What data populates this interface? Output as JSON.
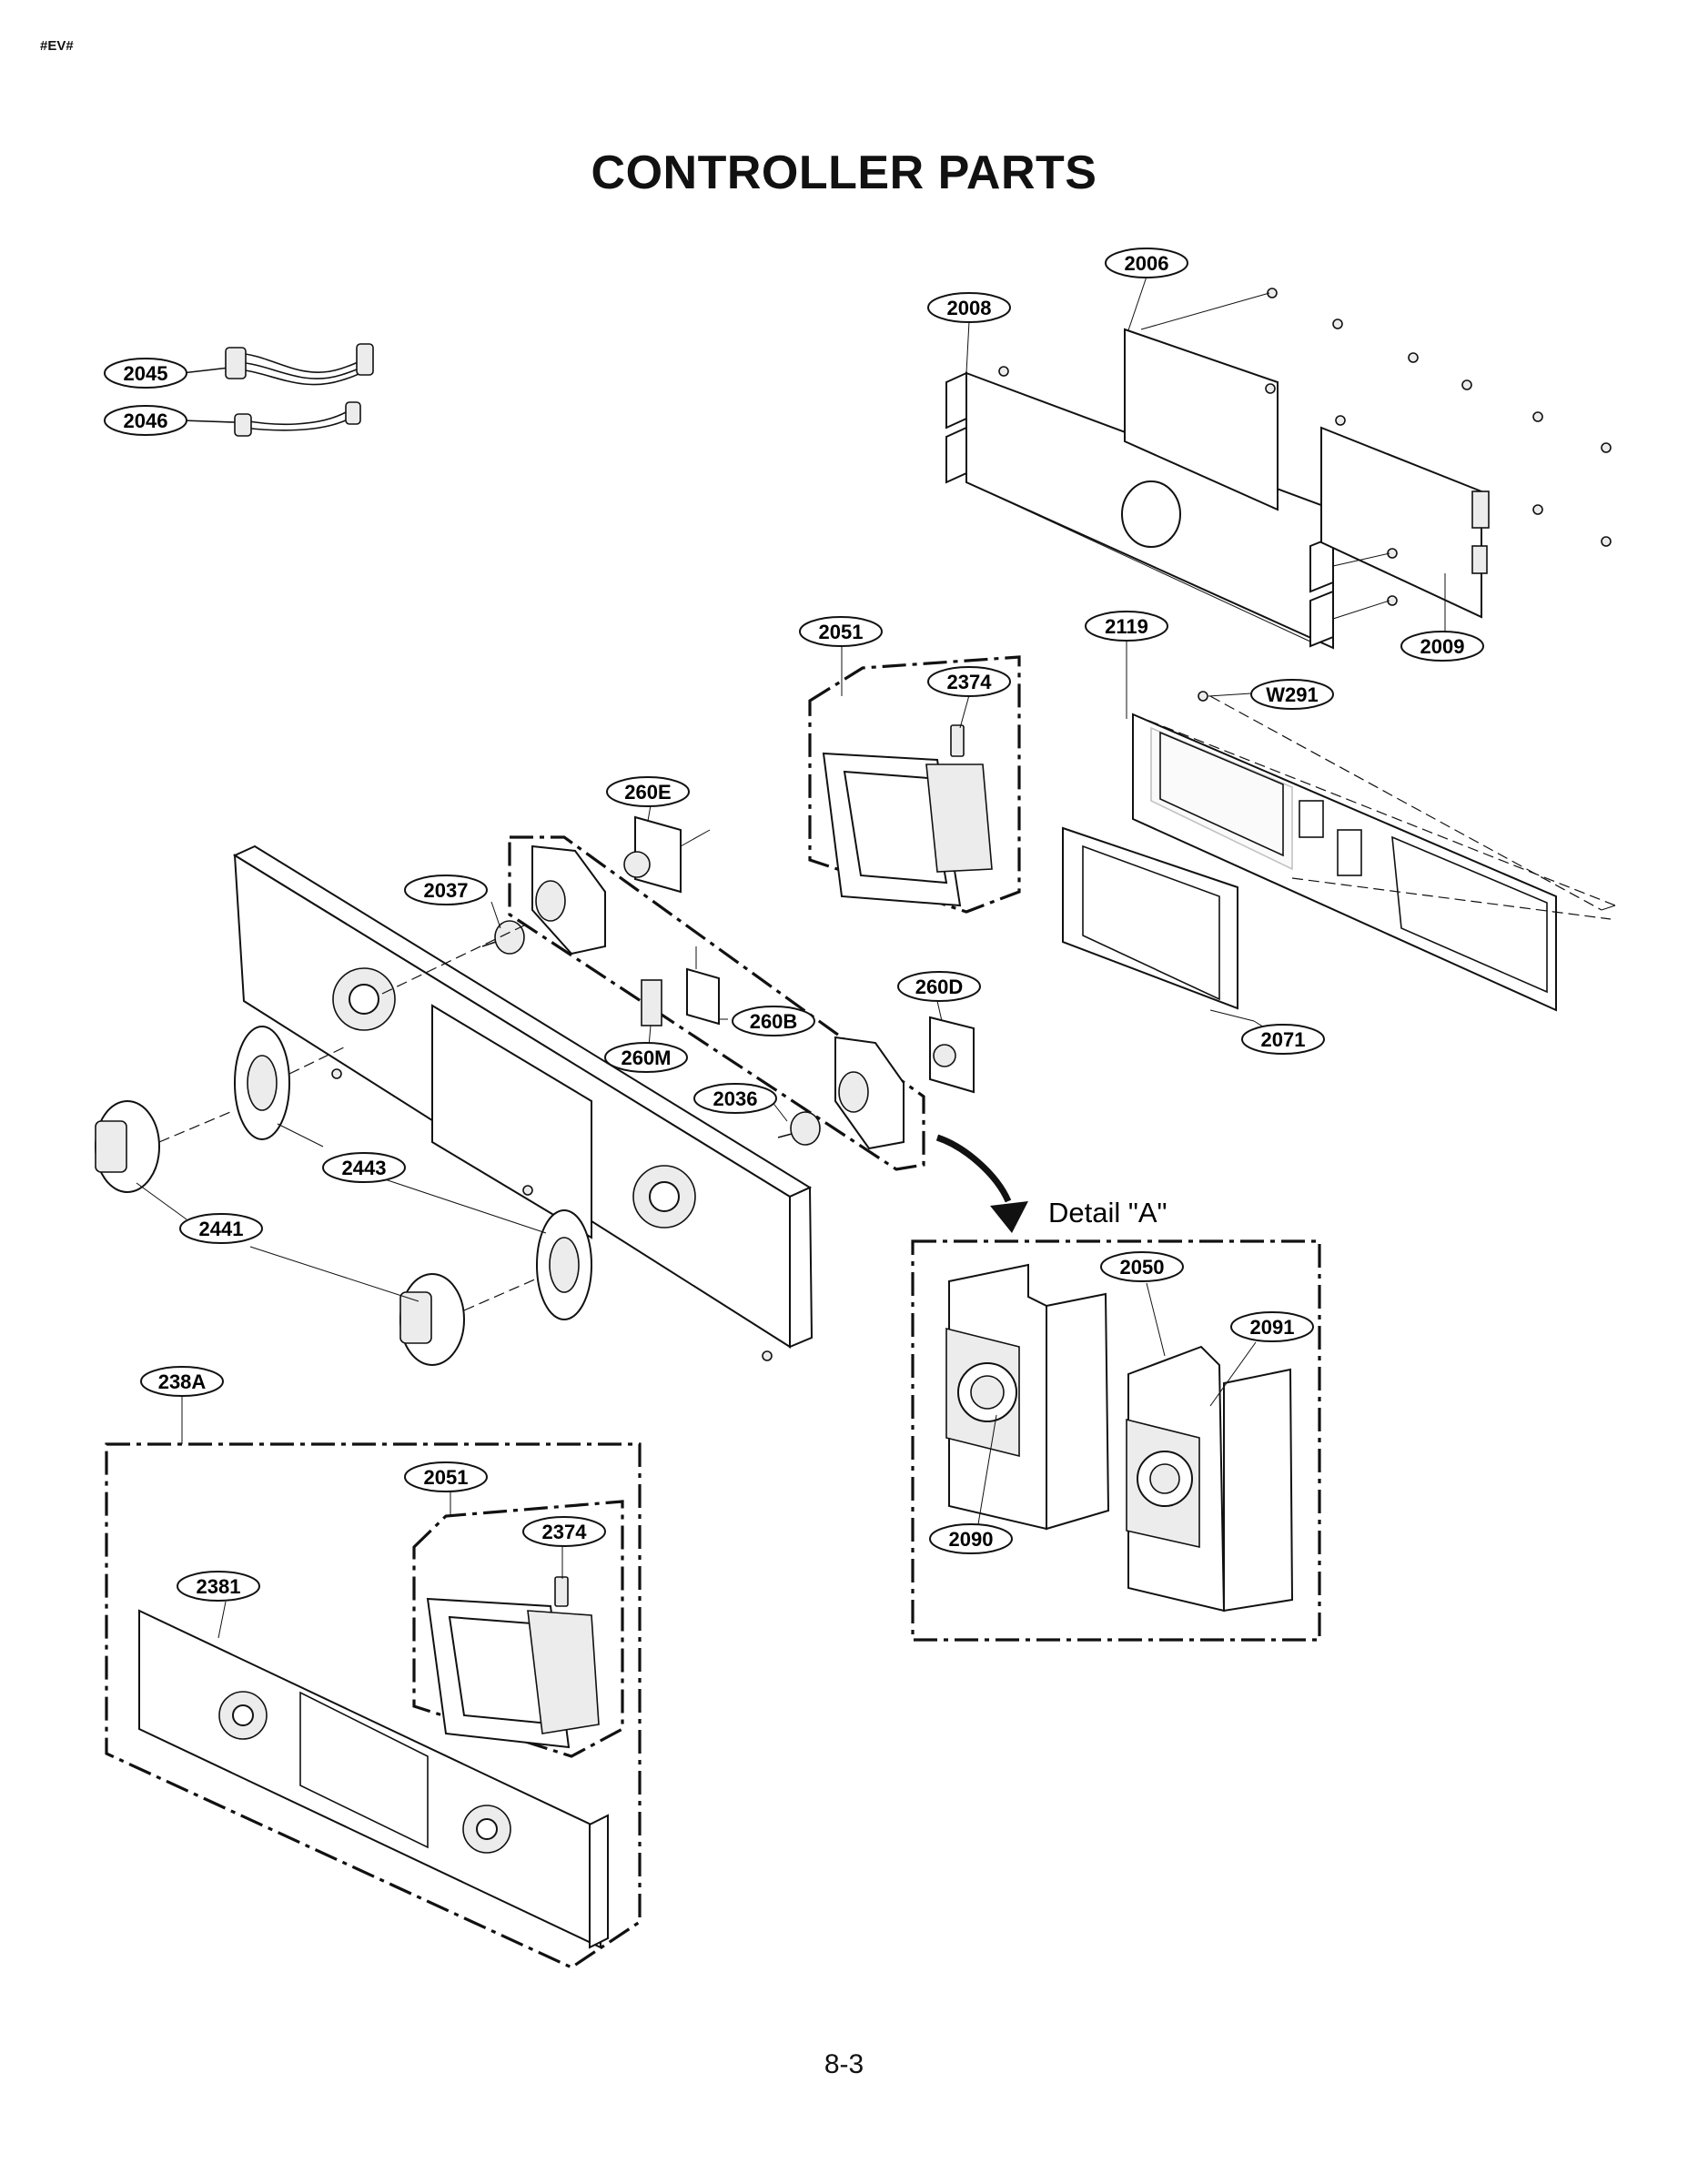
{
  "header": {
    "tag": "#EV#",
    "title": "CONTROLLER PARTS"
  },
  "footer": {
    "page_number": "8-3"
  },
  "detail": {
    "title": "Detail \"A\""
  },
  "callouts": {
    "c2006": "2006",
    "c2008": "2008",
    "c2009": "2009",
    "c2045": "2045",
    "c2046": "2046",
    "c2051_top": "2051",
    "c2374_top": "2374",
    "c2119": "2119",
    "cW291": "W291",
    "c2071": "2071",
    "c260E": "260E",
    "c2037": "2037",
    "c260B": "260B",
    "c260M": "260M",
    "c260D": "260D",
    "c2036": "2036",
    "c2443": "2443",
    "c2441": "2441",
    "c238A": "238A",
    "c2051_bottom": "2051",
    "c2374_bottom": "2374",
    "c2381": "2381",
    "c2050": "2050",
    "c2091": "2091",
    "c2090": "2090"
  }
}
